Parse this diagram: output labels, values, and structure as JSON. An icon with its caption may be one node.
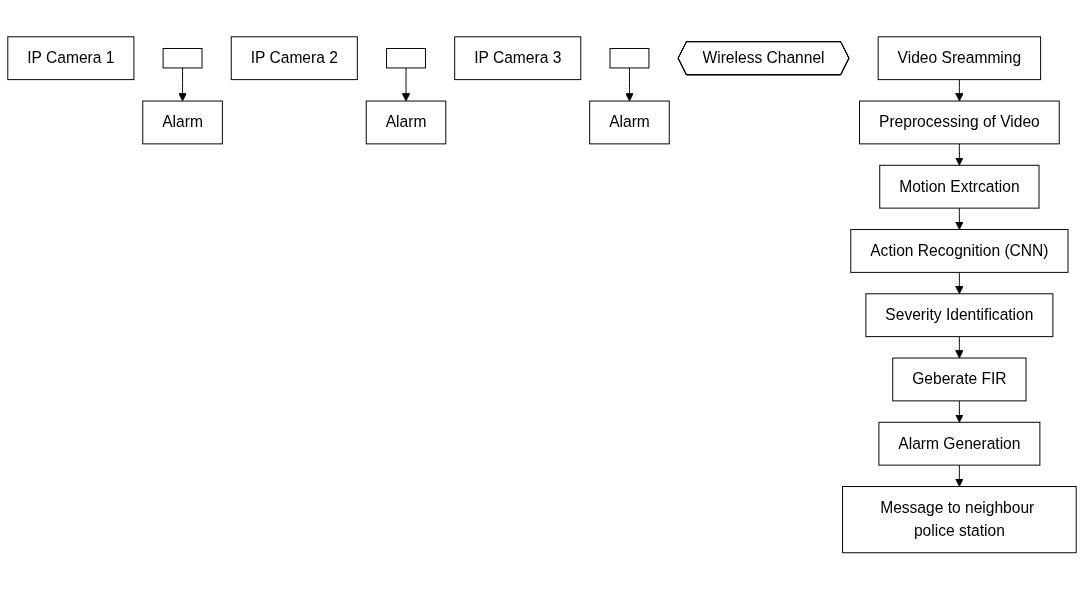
{
  "diagram": {
    "nodes": [
      {
        "text": [
          "IP Camera 1"
        ]
      },
      {
        "text": [
          "Alarm"
        ]
      },
      {
        "text": [],
        "shape": "box"
      },
      {
        "text": [
          "IP Camera 2"
        ]
      },
      {
        "text": [
          "Alarm"
        ]
      },
      {
        "text": [],
        "shape": "box"
      },
      {
        "text": [
          "IP Camera 3"
        ]
      },
      {
        "text": [
          "Alarm"
        ]
      },
      {
        "text": [],
        "shape": "box"
      },
      {
        "text": [
          "Wireless Channel"
        ]
      },
      {
        "text": [
          "Video Sreamming"
        ]
      },
      {
        "text": [
          "Preprocessing of Video"
        ]
      },
      {
        "text": [
          "Motion Extrcation"
        ]
      },
      {
        "text": [
          "Action Recognition (CNN)"
        ]
      },
      {
        "text": [
          "Severity Identification"
        ]
      },
      {
        "text": [
          "Geberate FIR"
        ]
      },
      {
        "text": [
          "Alarm Generation"
        ]
      },
      {
        "text": [
          "Message to neighbour police station"
        ]
      }
    ],
    "edges": [
      {
        "from": 2,
        "to": 1,
        "arrow": "to"
      },
      {
        "from": 5,
        "to": 4,
        "arrow": "to"
      },
      {
        "from": 8,
        "to": 7,
        "arrow": "to"
      },
      {
        "from": 10,
        "to": 11,
        "arrow": "to"
      },
      {
        "from": 11,
        "to": 12,
        "arrow": "to"
      },
      {
        "from": 12,
        "to": 13,
        "arrow": "to"
      },
      {
        "from": 13,
        "to": 14,
        "arrow": "to"
      },
      {
        "from": 14,
        "to": 15,
        "arrow": "to"
      },
      {
        "from": 15,
        "to": 16,
        "arrow": "to"
      },
      {
        "from": 16,
        "to": 17,
        "arrow": "to"
      }
    ]
  }
}
